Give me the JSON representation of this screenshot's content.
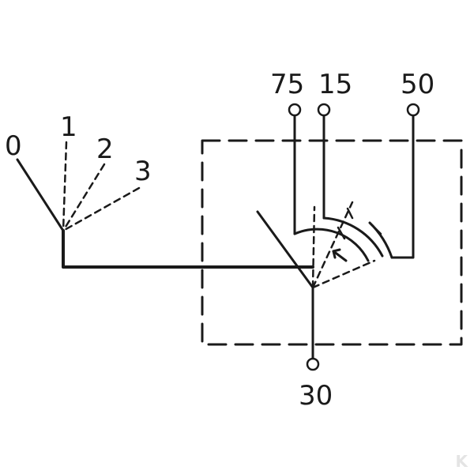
{
  "diagram": {
    "position_labels": {
      "p0": "0",
      "p1": "1",
      "p2": "2",
      "p3": "3"
    },
    "terminals": {
      "t75": "75",
      "t15": "15",
      "t50": "50",
      "t30": "30"
    },
    "watermark": "K"
  }
}
